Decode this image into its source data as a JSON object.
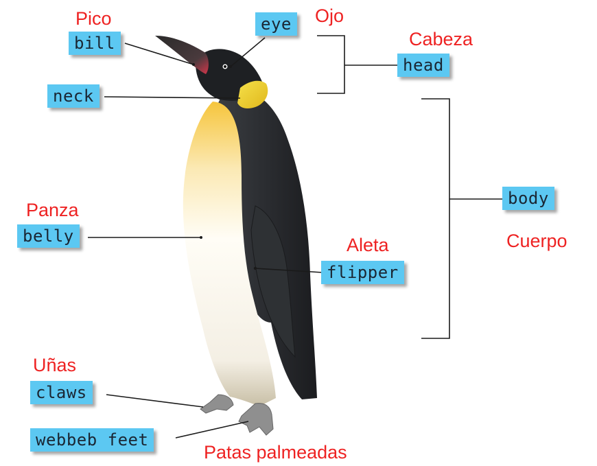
{
  "labels": {
    "bill": "bill",
    "eye": "eye",
    "head": "head",
    "neck": "neck",
    "body": "body",
    "belly": "belly",
    "flipper": "flipper",
    "claws": "claws",
    "feet": "webbeb feet"
  },
  "spanish": {
    "bill": "Pico",
    "eye": "Ojo",
    "head": "Cabeza",
    "body": "Cuerpo",
    "belly": "Panza",
    "flipper": "Aleta",
    "claws": "Uñas",
    "feet": "Patas palmeadas"
  },
  "colors": {
    "label_bg": "#5cc8f2",
    "spanish_text": "#ee2222",
    "leader_line": "#1a1a1a"
  }
}
